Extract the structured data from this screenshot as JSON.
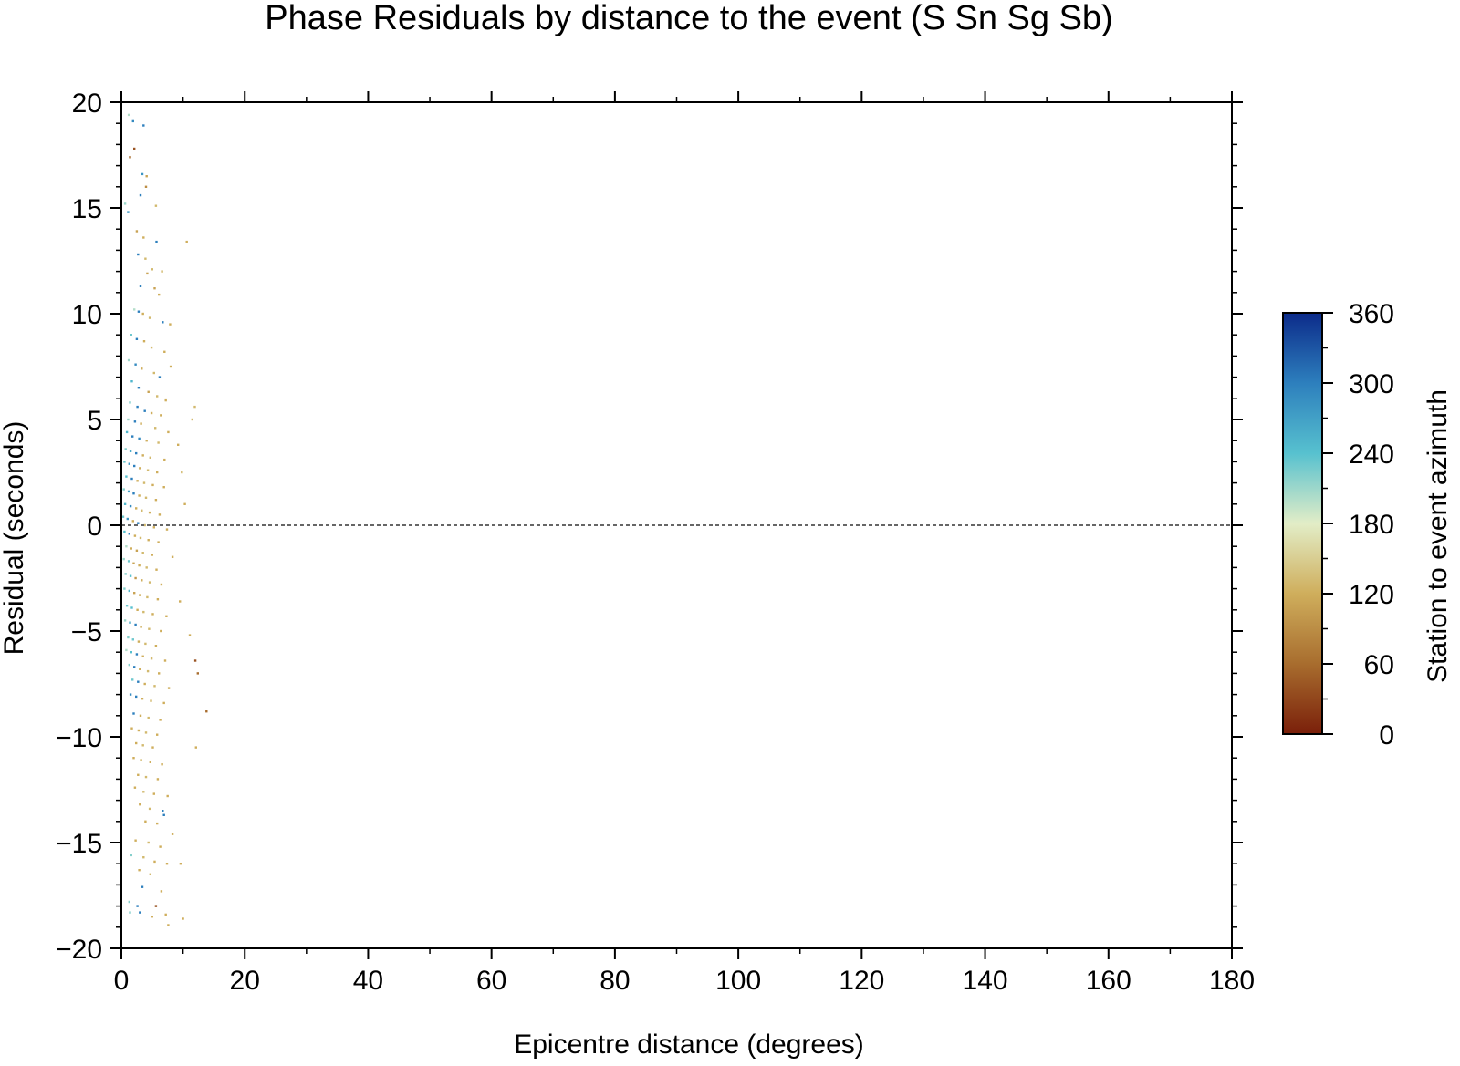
{
  "chart_data": {
    "type": "scatter",
    "title": "Phase Residuals by distance to the event (S Sn Sg Sb)",
    "xlabel": "Epicentre distance (degrees)",
    "ylabel": "Residual (seconds)",
    "xlim": [
      0,
      180
    ],
    "ylim": [
      -20,
      20
    ],
    "x_ticks": [
      0,
      20,
      40,
      60,
      80,
      100,
      120,
      140,
      160,
      180
    ],
    "x_tick_labels": [
      "0",
      "20",
      "40",
      "60",
      "80",
      "100",
      "120",
      "140",
      "160",
      "180"
    ],
    "y_ticks": [
      -20,
      -15,
      -10,
      -5,
      0,
      5,
      10,
      15,
      20
    ],
    "y_tick_labels": [
      "−20",
      "−15",
      "−10",
      "−5",
      "0",
      "5",
      "10",
      "15",
      "20"
    ],
    "grid": false,
    "reference_line": {
      "y": 0,
      "style": "dashed",
      "color": "#666666"
    },
    "colorbar": {
      "label": "Station to event azimuth",
      "range": [
        0,
        360
      ],
      "ticks": [
        0,
        60,
        120,
        180,
        240,
        300,
        360
      ],
      "tick_labels": [
        "0",
        "60",
        "120",
        "180",
        "240",
        "300",
        "360"
      ],
      "stops": [
        {
          "value": 0,
          "color": "#7a1f0a"
        },
        {
          "value": 60,
          "color": "#a86d2e"
        },
        {
          "value": 120,
          "color": "#cfae5c"
        },
        {
          "value": 180,
          "color": "#e2edc7"
        },
        {
          "value": 240,
          "color": "#57c1cf"
        },
        {
          "value": 300,
          "color": "#2d7fbd"
        },
        {
          "value": 360,
          "color": "#0c2b8a"
        }
      ]
    },
    "points": [
      [
        1.2,
        19.4,
        200
      ],
      [
        1.9,
        19.1,
        290
      ],
      [
        3.6,
        18.9,
        300
      ],
      [
        2.1,
        17.8,
        40
      ],
      [
        1.4,
        17.4,
        60
      ],
      [
        3.4,
        16.6,
        280
      ],
      [
        4.1,
        16.5,
        110
      ],
      [
        4.0,
        16.0,
        90
      ],
      [
        3.1,
        15.6,
        300
      ],
      [
        0.6,
        15.2,
        210
      ],
      [
        1.1,
        14.8,
        280
      ],
      [
        5.6,
        15.1,
        130
      ],
      [
        2.5,
        13.9,
        110
      ],
      [
        3.6,
        13.6,
        120
      ],
      [
        5.7,
        13.4,
        300
      ],
      [
        10.6,
        13.4,
        120
      ],
      [
        2.7,
        12.8,
        300
      ],
      [
        3.9,
        12.6,
        130
      ],
      [
        5.0,
        12.1,
        130
      ],
      [
        4.2,
        11.9,
        110
      ],
      [
        6.6,
        12.0,
        130
      ],
      [
        3.1,
        11.3,
        300
      ],
      [
        5.4,
        11.2,
        110
      ],
      [
        6.1,
        10.9,
        120
      ],
      [
        2.1,
        10.2,
        200
      ],
      [
        2.8,
        10.1,
        300
      ],
      [
        3.5,
        10.0,
        120
      ],
      [
        4.6,
        9.8,
        130
      ],
      [
        6.7,
        9.6,
        300
      ],
      [
        7.9,
        9.5,
        120
      ],
      [
        1.6,
        9.0,
        230
      ],
      [
        2.5,
        8.8,
        300
      ],
      [
        3.7,
        8.7,
        120
      ],
      [
        4.9,
        8.4,
        130
      ],
      [
        7.0,
        8.2,
        120
      ],
      [
        1.2,
        7.8,
        210
      ],
      [
        2.3,
        7.6,
        290
      ],
      [
        3.3,
        7.4,
        120
      ],
      [
        5.3,
        7.2,
        130
      ],
      [
        6.2,
        7.0,
        300
      ],
      [
        8.0,
        7.5,
        120
      ],
      [
        1.7,
        6.8,
        250
      ],
      [
        2.8,
        6.5,
        300
      ],
      [
        4.4,
        6.3,
        110
      ],
      [
        5.8,
        6.1,
        130
      ],
      [
        7.2,
        5.9,
        120
      ],
      [
        11.9,
        5.6,
        130
      ],
      [
        1.4,
        5.8,
        220
      ],
      [
        2.6,
        5.6,
        300
      ],
      [
        3.8,
        5.4,
        300
      ],
      [
        4.9,
        5.3,
        120
      ],
      [
        6.4,
        5.2,
        120
      ],
      [
        11.5,
        5.0,
        130
      ],
      [
        1.1,
        5.0,
        210
      ],
      [
        2.2,
        4.9,
        300
      ],
      [
        3.2,
        4.8,
        120
      ],
      [
        5.5,
        4.6,
        130
      ],
      [
        7.6,
        4.4,
        120
      ],
      [
        0.9,
        4.4,
        250
      ],
      [
        1.8,
        4.2,
        300
      ],
      [
        2.9,
        4.1,
        290
      ],
      [
        4.1,
        4.0,
        120
      ],
      [
        6.0,
        3.9,
        130
      ],
      [
        9.2,
        3.8,
        120
      ],
      [
        0.7,
        3.6,
        220
      ],
      [
        1.5,
        3.5,
        260
      ],
      [
        2.4,
        3.4,
        300
      ],
      [
        3.5,
        3.3,
        120
      ],
      [
        4.7,
        3.2,
        130
      ],
      [
        7.0,
        3.1,
        120
      ],
      [
        0.5,
        3.0,
        230
      ],
      [
        1.3,
        2.9,
        280
      ],
      [
        2.1,
        2.8,
        300
      ],
      [
        3.0,
        2.7,
        120
      ],
      [
        4.3,
        2.6,
        130
      ],
      [
        5.8,
        2.5,
        120
      ],
      [
        9.8,
        2.5,
        130
      ],
      [
        0.8,
        2.3,
        240
      ],
      [
        1.7,
        2.2,
        300
      ],
      [
        2.6,
        2.1,
        120
      ],
      [
        3.7,
        2.0,
        130
      ],
      [
        5.1,
        1.9,
        120
      ],
      [
        6.9,
        1.8,
        120
      ],
      [
        0.4,
        1.7,
        220
      ],
      [
        1.2,
        1.6,
        270
      ],
      [
        2.0,
        1.5,
        300
      ],
      [
        2.9,
        1.4,
        120
      ],
      [
        4.0,
        1.3,
        130
      ],
      [
        5.6,
        1.2,
        120
      ],
      [
        10.3,
        1.0,
        120
      ],
      [
        0.6,
        1.0,
        250
      ],
      [
        1.5,
        0.9,
        290
      ],
      [
        2.4,
        0.8,
        120
      ],
      [
        3.3,
        0.7,
        130
      ],
      [
        4.6,
        0.6,
        120
      ],
      [
        6.2,
        0.5,
        120
      ],
      [
        0.3,
        0.4,
        230
      ],
      [
        1.0,
        0.3,
        280
      ],
      [
        1.9,
        0.2,
        120
      ],
      [
        2.7,
        0.1,
        300
      ],
      [
        3.8,
        0.0,
        130
      ],
      [
        5.3,
        -0.1,
        120
      ],
      [
        7.4,
        -0.2,
        120
      ],
      [
        0.5,
        -0.3,
        240
      ],
      [
        1.3,
        -0.4,
        300
      ],
      [
        2.2,
        -0.5,
        120
      ],
      [
        3.1,
        -0.6,
        130
      ],
      [
        4.4,
        -0.7,
        120
      ],
      [
        6.0,
        -0.8,
        120
      ],
      [
        0.8,
        -1.0,
        200
      ],
      [
        1.6,
        -1.1,
        120
      ],
      [
        2.5,
        -1.2,
        110
      ],
      [
        3.5,
        -1.3,
        130
      ],
      [
        5.0,
        -1.4,
        120
      ],
      [
        8.3,
        -1.5,
        120
      ],
      [
        0.4,
        -1.6,
        210
      ],
      [
        1.2,
        -1.7,
        230
      ],
      [
        2.0,
        -1.8,
        110
      ],
      [
        2.9,
        -1.9,
        120
      ],
      [
        4.1,
        -2.0,
        130
      ],
      [
        5.7,
        -2.1,
        120
      ],
      [
        0.7,
        -2.3,
        220
      ],
      [
        1.5,
        -2.4,
        240
      ],
      [
        2.3,
        -2.5,
        100
      ],
      [
        3.3,
        -2.6,
        120
      ],
      [
        4.6,
        -2.7,
        130
      ],
      [
        6.5,
        -2.8,
        120
      ],
      [
        0.5,
        -3.0,
        220
      ],
      [
        1.3,
        -3.1,
        250
      ],
      [
        2.1,
        -3.2,
        110
      ],
      [
        3.0,
        -3.3,
        120
      ],
      [
        4.2,
        -3.4,
        130
      ],
      [
        5.9,
        -3.5,
        120
      ],
      [
        9.5,
        -3.6,
        120
      ],
      [
        0.9,
        -3.8,
        230
      ],
      [
        1.7,
        -3.9,
        240
      ],
      [
        2.6,
        -4.0,
        120
      ],
      [
        3.6,
        -4.1,
        130
      ],
      [
        5.1,
        -4.2,
        120
      ],
      [
        7.3,
        -4.3,
        120
      ],
      [
        0.6,
        -4.5,
        210
      ],
      [
        1.4,
        -4.6,
        260
      ],
      [
        2.3,
        -4.7,
        300
      ],
      [
        3.2,
        -4.8,
        120
      ],
      [
        4.5,
        -4.9,
        130
      ],
      [
        6.4,
        -5.0,
        120
      ],
      [
        11.1,
        -5.2,
        120
      ],
      [
        1.1,
        -5.3,
        220
      ],
      [
        1.9,
        -5.4,
        230
      ],
      [
        2.8,
        -5.5,
        120
      ],
      [
        3.9,
        -5.6,
        130
      ],
      [
        5.6,
        -5.7,
        120
      ],
      [
        0.8,
        -5.9,
        200
      ],
      [
        1.6,
        -6.0,
        240
      ],
      [
        2.5,
        -6.1,
        300
      ],
      [
        3.5,
        -6.2,
        120
      ],
      [
        4.9,
        -6.3,
        130
      ],
      [
        7.1,
        -6.4,
        120
      ],
      [
        12.0,
        -6.4,
        40
      ],
      [
        1.3,
        -6.6,
        220
      ],
      [
        2.1,
        -6.7,
        300
      ],
      [
        3.0,
        -6.8,
        120
      ],
      [
        4.3,
        -6.9,
        130
      ],
      [
        6.1,
        -7.0,
        120
      ],
      [
        12.4,
        -7.0,
        60
      ],
      [
        1.8,
        -7.3,
        230
      ],
      [
        2.7,
        -7.4,
        300
      ],
      [
        3.8,
        -7.5,
        120
      ],
      [
        5.4,
        -7.6,
        130
      ],
      [
        7.7,
        -7.7,
        120
      ],
      [
        1.5,
        -8.0,
        290
      ],
      [
        2.4,
        -8.1,
        300
      ],
      [
        3.4,
        -8.2,
        120
      ],
      [
        4.8,
        -8.3,
        130
      ],
      [
        6.9,
        -8.4,
        120
      ],
      [
        13.8,
        -8.8,
        60
      ],
      [
        2.0,
        -8.9,
        300
      ],
      [
        3.1,
        -9.0,
        120
      ],
      [
        4.4,
        -9.1,
        130
      ],
      [
        6.3,
        -9.2,
        120
      ],
      [
        1.7,
        -9.6,
        120
      ],
      [
        2.8,
        -9.7,
        120
      ],
      [
        4.0,
        -9.8,
        130
      ],
      [
        5.8,
        -9.9,
        120
      ],
      [
        2.4,
        -10.3,
        120
      ],
      [
        3.5,
        -10.4,
        130
      ],
      [
        5.1,
        -10.5,
        120
      ],
      [
        12.1,
        -10.5,
        120
      ],
      [
        2.0,
        -11.0,
        120
      ],
      [
        3.2,
        -11.1,
        130
      ],
      [
        4.7,
        -11.2,
        120
      ],
      [
        6.6,
        -11.3,
        120
      ],
      [
        2.7,
        -11.8,
        120
      ],
      [
        4.0,
        -11.9,
        130
      ],
      [
        5.9,
        -12.0,
        120
      ],
      [
        2.2,
        -12.4,
        120
      ],
      [
        3.6,
        -12.6,
        130
      ],
      [
        5.3,
        -12.7,
        120
      ],
      [
        7.5,
        -12.8,
        120
      ],
      [
        3.0,
        -13.2,
        120
      ],
      [
        4.6,
        -13.4,
        130
      ],
      [
        6.7,
        -13.5,
        300
      ],
      [
        6.9,
        -13.7,
        300
      ],
      [
        3.9,
        -14.0,
        120
      ],
      [
        5.8,
        -14.1,
        120
      ],
      [
        8.3,
        -14.6,
        120
      ],
      [
        2.3,
        -14.9,
        120
      ],
      [
        4.4,
        -15.0,
        130
      ],
      [
        6.3,
        -15.2,
        120
      ],
      [
        1.6,
        -15.6,
        220
      ],
      [
        3.6,
        -15.7,
        130
      ],
      [
        5.4,
        -15.9,
        120
      ],
      [
        7.4,
        -16.0,
        120
      ],
      [
        9.6,
        -16.0,
        120
      ],
      [
        2.9,
        -16.3,
        120
      ],
      [
        4.7,
        -16.5,
        130
      ],
      [
        3.4,
        -17.1,
        300
      ],
      [
        6.5,
        -17.3,
        120
      ],
      [
        1.3,
        -17.8,
        220
      ],
      [
        2.6,
        -18.0,
        300
      ],
      [
        5.6,
        -18.0,
        40
      ],
      [
        1.4,
        -18.3,
        220
      ],
      [
        3.0,
        -18.3,
        300
      ],
      [
        5.0,
        -18.5,
        120
      ],
      [
        7.2,
        -18.4,
        120
      ],
      [
        10.0,
        -18.6,
        120
      ],
      [
        7.6,
        -18.9,
        120
      ]
    ]
  }
}
